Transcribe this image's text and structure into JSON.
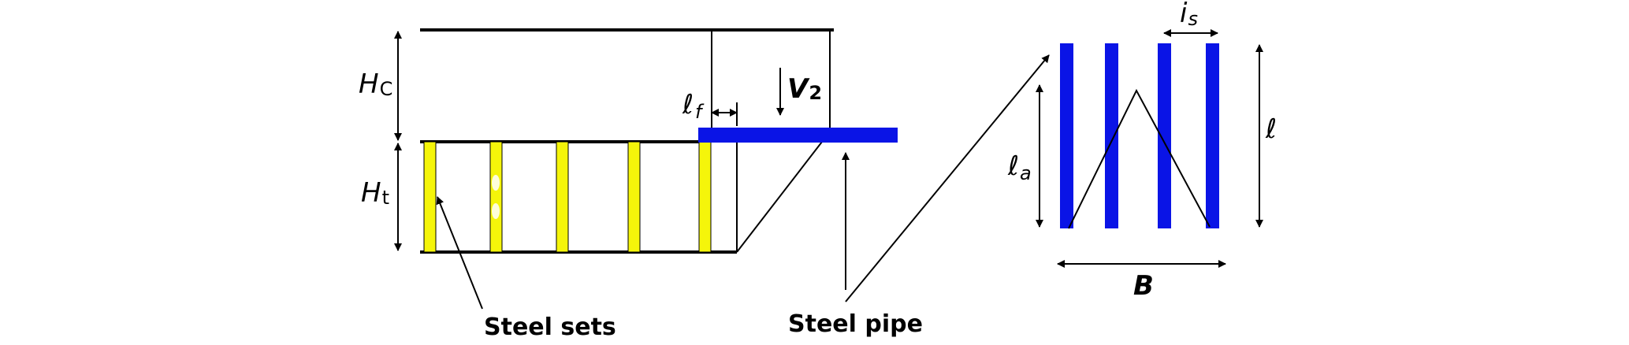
{
  "labels": {
    "hc_main": "H",
    "hc_sub": "C",
    "ht_main": "H",
    "ht_sub": "t",
    "lf_main": "ℓ",
    "lf_sub": "f",
    "v2_main": "V",
    "v2_sub": "2",
    "steel_sets": "Steel sets",
    "steel_pipe": "Steel pipe",
    "is_main": "i",
    "is_sub": "s",
    "l_full": "ℓ",
    "la_main": "ℓ",
    "la_sub": "a",
    "b_width": "B"
  },
  "colors": {
    "pipe": "#0a14e6",
    "steel_set": "#f5f50a",
    "line": "#000000"
  }
}
